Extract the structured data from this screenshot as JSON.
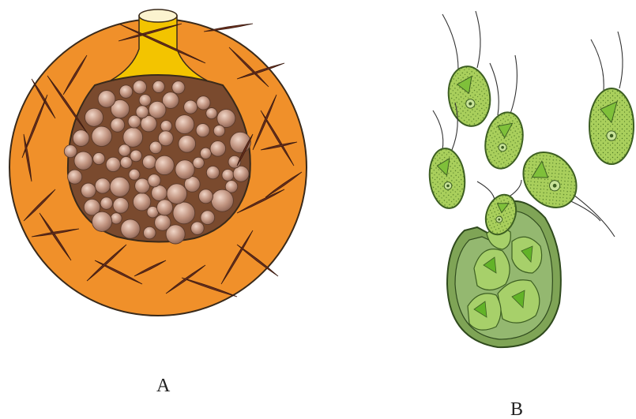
{
  "panels": [
    {
      "id": "A",
      "label": "A"
    },
    {
      "id": "B",
      "label": "B"
    }
  ],
  "colors": {
    "sporangium_orange": "#f0902a",
    "outline": "#3a2a1a",
    "neck_yellow": "#f3c400",
    "spore_brown": "#b98a76",
    "spine_dark": "#5a2a1a",
    "cell_green": "#a9cf5c",
    "cell_dark_green": "#6f9a3a",
    "chloroplast": "#7fc03a",
    "cyst_green": "#94b870"
  },
  "icons": [
    "sporangium-figure",
    "flagellate-cells-figure"
  ]
}
